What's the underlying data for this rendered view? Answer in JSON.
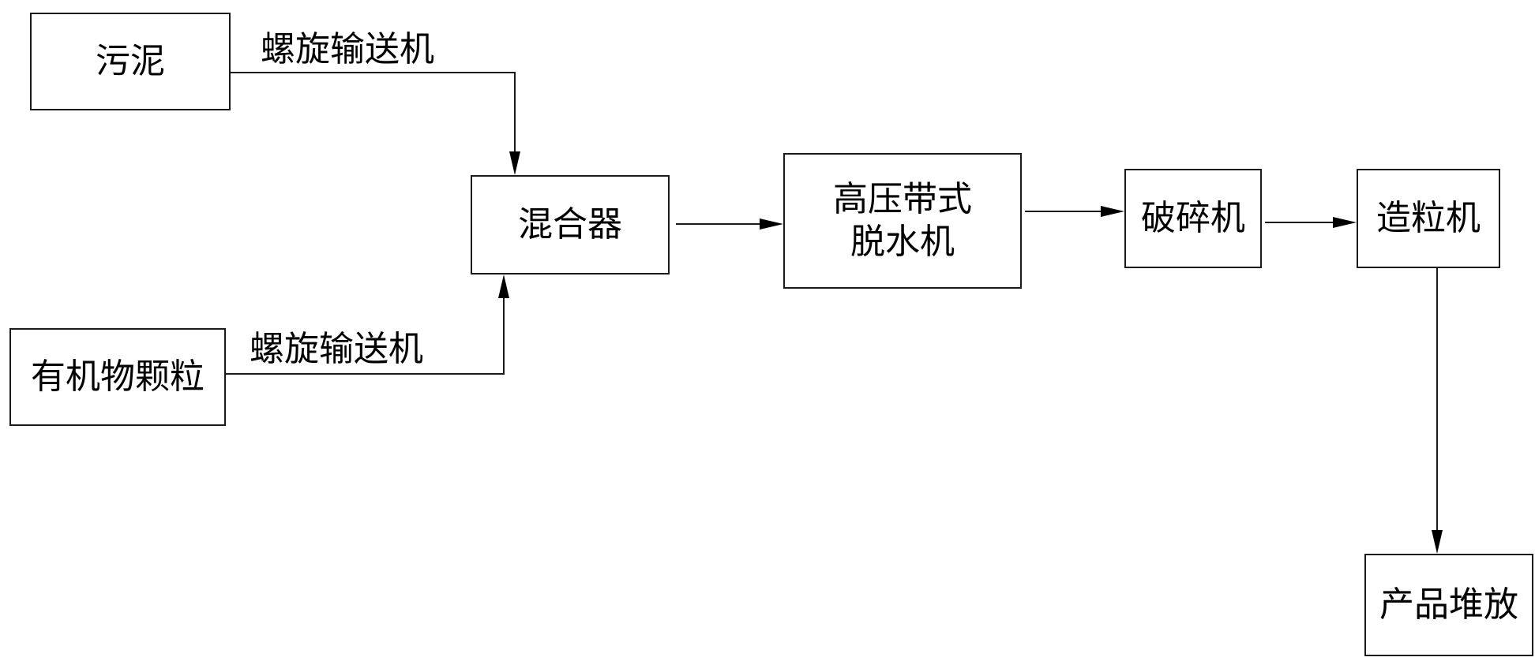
{
  "diagram": {
    "nodes": {
      "sludge": "污泥",
      "organic": "有机物颗粒",
      "mixer": "混合器",
      "dewater": "高压带式\n脱水机",
      "crusher": "破碎机",
      "granulator": "造粒机",
      "storage": "产品堆放"
    },
    "edge_labels": {
      "conveyor_top": "螺旋输送机",
      "conveyor_bottom": "螺旋输送机"
    },
    "edges": [
      {
        "from": "sludge",
        "to": "mixer",
        "label": "conveyor_top"
      },
      {
        "from": "organic",
        "to": "mixer",
        "label": "conveyor_bottom"
      },
      {
        "from": "mixer",
        "to": "dewater"
      },
      {
        "from": "dewater",
        "to": "crusher"
      },
      {
        "from": "crusher",
        "to": "granulator"
      },
      {
        "from": "granulator",
        "to": "storage"
      }
    ]
  }
}
